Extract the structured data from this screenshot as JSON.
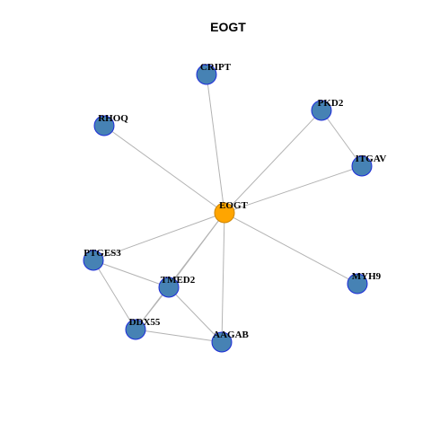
{
  "graph": {
    "title": "EOGT",
    "colors": {
      "center_fill": "#ffa500",
      "center_stroke": "#cc8400",
      "node_fill": "#4682b4",
      "node_stroke": "#1c2bd9",
      "edge": "#b3b3b3"
    },
    "nodes": [
      {
        "id": "EOGT",
        "label": "EOGT",
        "center": true
      },
      {
        "id": "CRIPT",
        "label": "CRIPT"
      },
      {
        "id": "PKD2",
        "label": "PKD2"
      },
      {
        "id": "RHOQ",
        "label": "RHOQ"
      },
      {
        "id": "ITGAV",
        "label": "ITGAV"
      },
      {
        "id": "PTGES3",
        "label": "PTGES3"
      },
      {
        "id": "TMED2",
        "label": "TMED2"
      },
      {
        "id": "MYH9",
        "label": "MYH9"
      },
      {
        "id": "DDX55",
        "label": "DDX55"
      },
      {
        "id": "AAGAB",
        "label": "AAGAB"
      }
    ],
    "edges": [
      [
        "EOGT",
        "CRIPT"
      ],
      [
        "EOGT",
        "PKD2"
      ],
      [
        "EOGT",
        "RHOQ"
      ],
      [
        "EOGT",
        "ITGAV"
      ],
      [
        "EOGT",
        "PTGES3"
      ],
      [
        "EOGT",
        "TMED2"
      ],
      [
        "EOGT",
        "MYH9"
      ],
      [
        "EOGT",
        "DDX55"
      ],
      [
        "EOGT",
        "AAGAB"
      ],
      [
        "PKD2",
        "ITGAV"
      ],
      [
        "PTGES3",
        "TMED2"
      ],
      [
        "PTGES3",
        "DDX55"
      ],
      [
        "TMED2",
        "DDX55"
      ],
      [
        "TMED2",
        "AAGAB"
      ],
      [
        "DDX55",
        "AAGAB"
      ]
    ]
  }
}
